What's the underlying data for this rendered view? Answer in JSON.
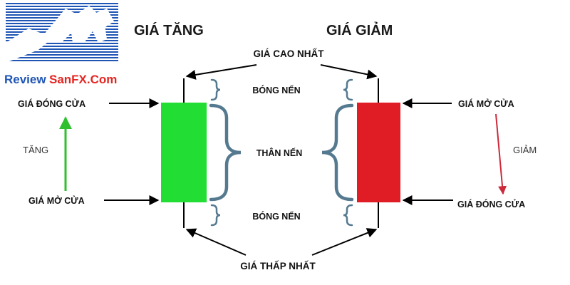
{
  "logo": {
    "brand_left": "Review",
    "brand_right": "SanFX.Com"
  },
  "headings": {
    "bullish": "GIÁ TĂNG",
    "bearish": "GIÁ GIẢM"
  },
  "labels": {
    "high": "GIÁ CAO NHẤT",
    "low": "GIÁ THẤP NHẤT",
    "upper_wick": "BÓNG NẾN",
    "lower_wick": "BÓNG NẾN",
    "body": "THÂN NẾN",
    "bull_close": "GIÁ ĐÓNG CỬA",
    "bull_open": "GIÁ MỞ CỬA",
    "bear_open": "GIÁ MỞ CỬA",
    "bear_close": "GIÁ ĐÓNG CỬA",
    "up_trend": "TĂNG",
    "down_trend": "GIẢM"
  },
  "colors": {
    "bull_body": "#22dd33",
    "bear_body": "#e01c24",
    "brace": "#557a90",
    "up_arrow": "#2fbf2f",
    "down_arrow": "#cc2a3a",
    "logo_blue": "#1f55b4",
    "logo_red": "#e52521"
  }
}
